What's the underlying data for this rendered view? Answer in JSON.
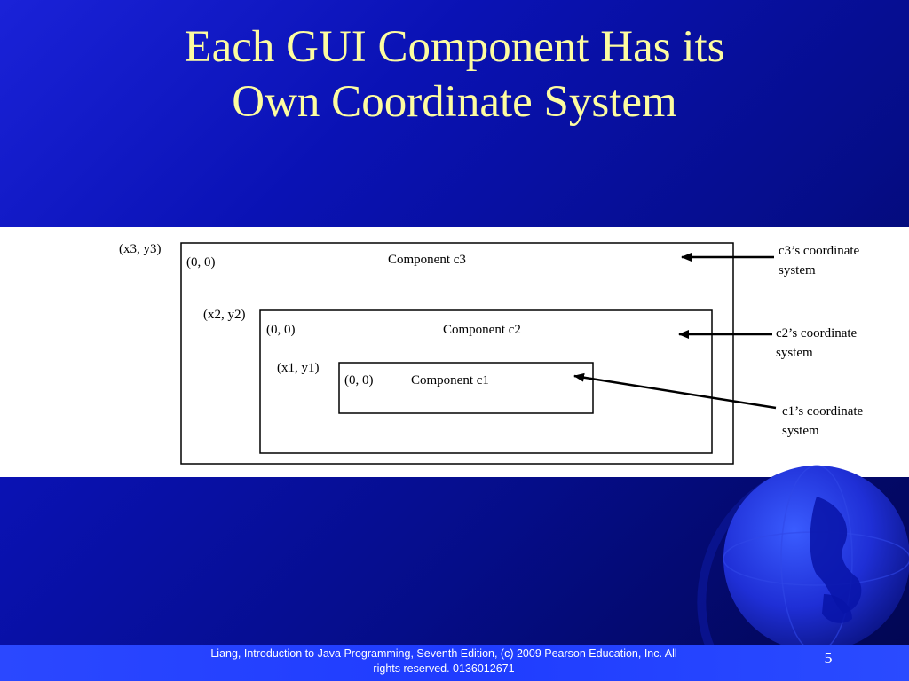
{
  "slide": {
    "title_line1": "Each GUI Component Has its",
    "title_line2": "Own Coordinate System",
    "footer_line1": "Liang, Introduction to Java Programming, Seventh Edition, (c) 2009 Pearson Education, Inc. All",
    "footer_line2": "rights reserved. 0136012671",
    "page_number": "5"
  },
  "diagram": {
    "c3": {
      "origin_label": "(x3, y3)",
      "local_origin": "(0, 0)",
      "name": "Component c3"
    },
    "c2": {
      "origin_label": "(x2, y2)",
      "local_origin": "(0, 0)",
      "name": "Component c2"
    },
    "c1": {
      "origin_label": "(x1, y1)",
      "local_origin": "(0, 0)",
      "name": "Component c1"
    },
    "callouts": [
      {
        "line1": "c3’s coordinate",
        "line2": "system"
      },
      {
        "line1": "c2’s coordinate",
        "line2": "system"
      },
      {
        "line1": "c1’s coordinate",
        "line2": "system"
      }
    ]
  },
  "colors": {
    "title": "#fdfca0",
    "background": "#0a12b4",
    "footer_bar": "#2542ff"
  }
}
